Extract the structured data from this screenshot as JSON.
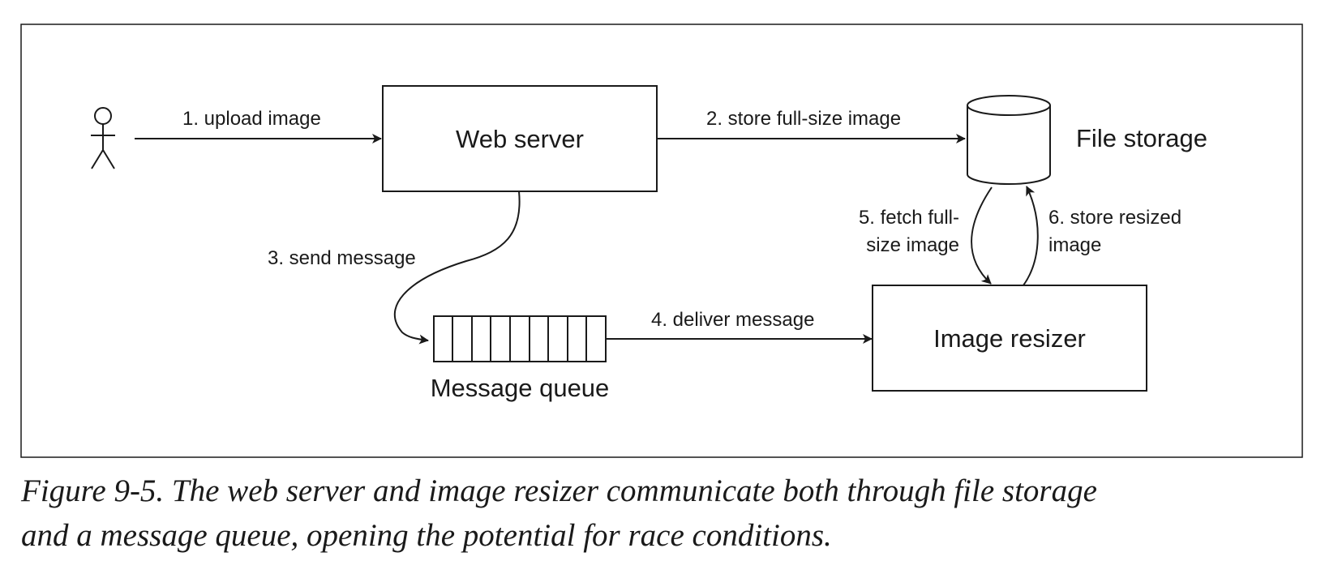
{
  "diagram": {
    "nodes": {
      "web_server": "Web server",
      "file_storage": "File storage",
      "image_resizer": "Image resizer",
      "message_queue": "Message queue"
    },
    "edges": {
      "upload": "1. upload image",
      "store_full": "2. store full-size image",
      "send_message": "3. send message",
      "deliver_message": "4. deliver message",
      "fetch_full_line1": "5. fetch full-",
      "fetch_full_line2": "size image",
      "store_resized_line1": "6. store resized",
      "store_resized_line2": "image"
    }
  },
  "caption": {
    "line1": "Figure 9-5. The web server and image resizer communicate both through file storage",
    "line2": "and a message queue, opening the potential for race conditions."
  }
}
